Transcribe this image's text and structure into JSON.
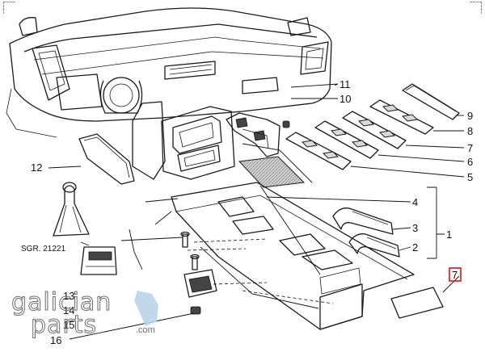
{
  "diagram": {
    "callouts": {
      "c1": "1",
      "c2": "2",
      "c3": "3",
      "c4": "4",
      "c5": "5",
      "c6": "6",
      "c7": "7",
      "c8": "8",
      "c9": "9",
      "c10": "10",
      "c11": "11",
      "c12": "12",
      "c13": "13",
      "c14": "14",
      "c15": "15",
      "c16": "16",
      "c17": "7"
    },
    "reference_label": "SGR. 21221",
    "highlight_color": "#e01010"
  },
  "watermark": {
    "line1": "galician",
    "line2": "parts",
    "domain": ".com"
  }
}
